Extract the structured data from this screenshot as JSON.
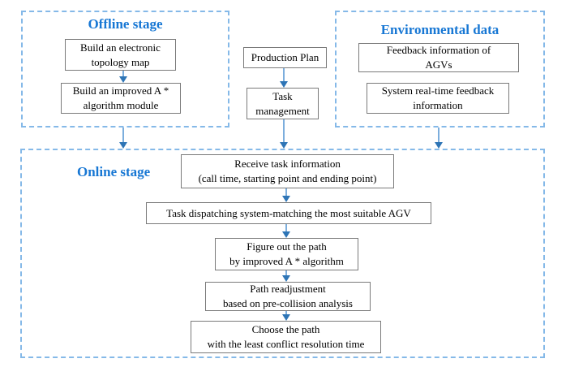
{
  "colors": {
    "container_border": "#85b9e8",
    "stage_title": "#1777d4",
    "box_border": "#7a7a7a",
    "arrow_shaft": "#7caedd",
    "arrow_head": "#2e75b6",
    "box_text": "#000000"
  },
  "offline": {
    "title": "Offline stage",
    "boxes": [
      "Build an electronic\ntopology map",
      "Build an improved A *\nalgorithm module"
    ]
  },
  "production": {
    "boxes": [
      "Production Plan",
      "Task\nmanagement"
    ]
  },
  "environmental": {
    "title": "Environmental data",
    "boxes": [
      "Feedback information of\nAGVs",
      "System real-time feedback\ninformation"
    ]
  },
  "online": {
    "title": "Online stage",
    "boxes": [
      "Receive task information\n(call time, starting point and ending point)",
      "Task dispatching system-matching the most suitable AGV",
      "Figure out the path\nby improved A * algorithm",
      "Path readjustment\nbased on pre-collision analysis",
      "Choose the path\nwith the least conflict resolution time"
    ]
  }
}
